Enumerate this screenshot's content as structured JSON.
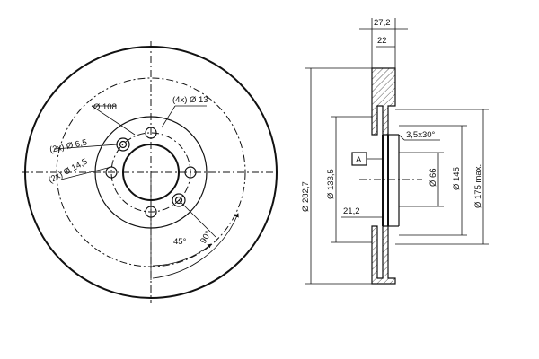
{
  "front_view": {
    "label_pcd": "Ø 108",
    "label_holes": "(4x) Ø 13",
    "label_small_hole": "(2x) Ø 6,5",
    "label_small_hole_outer": "(2x) Ø 14,5",
    "label_angle_45": "45°",
    "label_angle_90": "90°"
  },
  "side_view": {
    "label_width_total": "27,2",
    "label_width_inner": "22",
    "label_chamfer": "3,5x30°",
    "label_datum": "A",
    "label_outer_diameter": "Ø 282,7",
    "label_hub_diameter": "Ø 133,5",
    "label_center_bore": "Ø 66",
    "label_hub_face": "Ø 145",
    "label_max_diameter": "Ø 175 max.",
    "label_offset": "21,2"
  }
}
